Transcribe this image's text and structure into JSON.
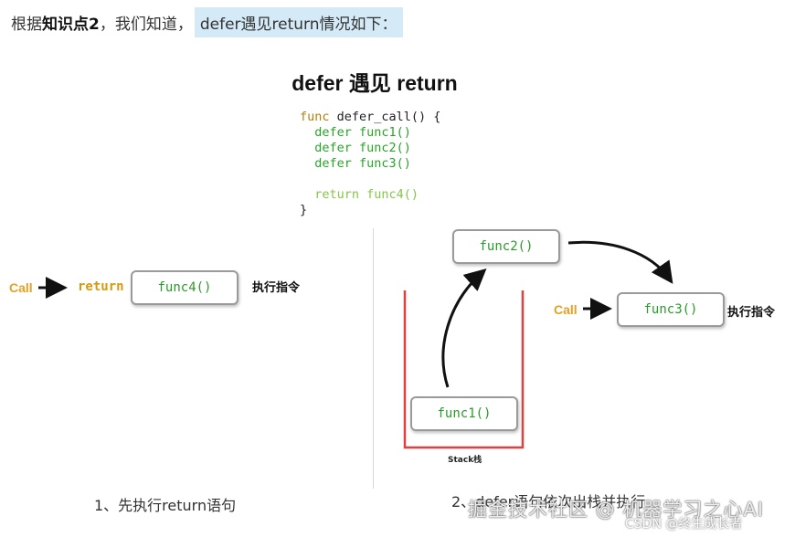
{
  "intro": {
    "prefix": "根据",
    "bold": "知识点2",
    "middle": "，我们知道，",
    "highlight": "defer遇见return情况如下："
  },
  "diagram": {
    "title": "defer 遇见 return",
    "code": {
      "line1_kw": "func",
      "line1_rest": " defer_call() {",
      "line2_kw": "  defer",
      "line2_rest": " func1()",
      "line3_kw": "  defer",
      "line3_rest": " func2()",
      "line4_kw": "  defer",
      "line4_rest": " func3()",
      "line5_kw": "  return",
      "line5_rest": " func4()",
      "line6": "}"
    },
    "left": {
      "call": "Call",
      "return_kw": "return",
      "box": "func4()",
      "action": "执行指令"
    },
    "right": {
      "stack_top": "func2()",
      "call": "Call",
      "box_exec": "func3()",
      "action": "执行指令",
      "stack_bottom": "func1()",
      "stack_label": "Stack栈"
    },
    "captions": {
      "left": "1、先执行return语句",
      "right": "2、defer语句依次出栈并执行"
    }
  },
  "watermark": {
    "main": "掘金技术社区 @ 机器学习之心AI",
    "sub": "CSDN @终生成长者"
  },
  "colors": {
    "call": "#e8a020",
    "func_green": "#2a9a2a",
    "stack_red": "#e04040",
    "highlight_bg": "#d4ebf7"
  }
}
